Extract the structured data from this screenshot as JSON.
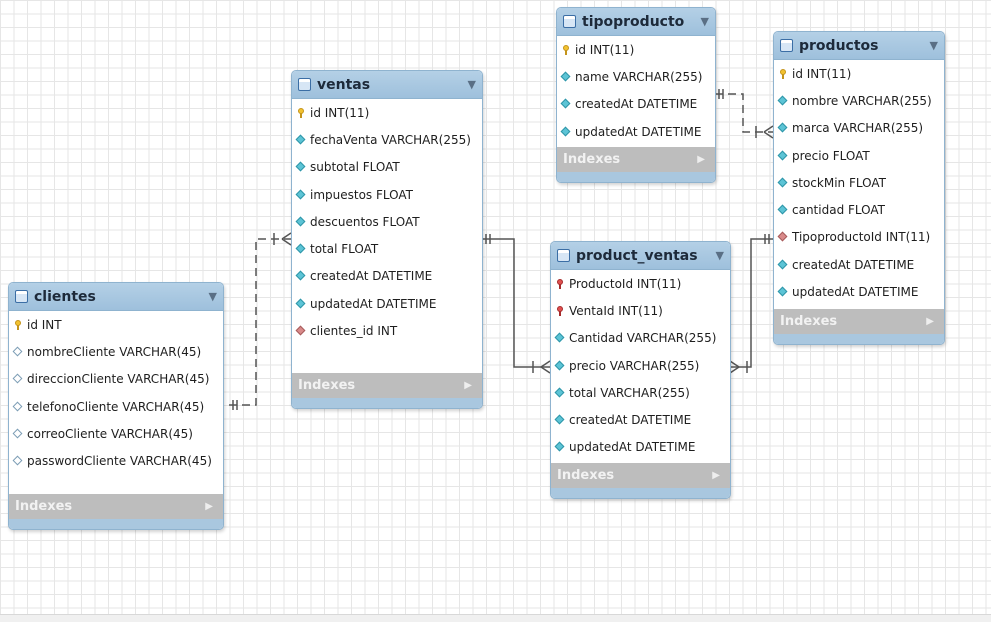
{
  "tables": {
    "ventas": {
      "name": "ventas",
      "columns": [
        {
          "icon": "primary-key-icon",
          "text": "id INT(11)"
        },
        {
          "icon": "not-null-column-icon",
          "text": "fechaVenta VARCHAR(255)"
        },
        {
          "icon": "not-null-column-icon",
          "text": "subtotal FLOAT"
        },
        {
          "icon": "not-null-column-icon",
          "text": "impuestos FLOAT"
        },
        {
          "icon": "not-null-column-icon",
          "text": "descuentos FLOAT"
        },
        {
          "icon": "not-null-column-icon",
          "text": "total FLOAT"
        },
        {
          "icon": "not-null-column-icon",
          "text": "createdAt DATETIME"
        },
        {
          "icon": "not-null-column-icon",
          "text": "updatedAt DATETIME"
        },
        {
          "icon": "foreign-key-icon",
          "text": "clientes_id INT"
        }
      ],
      "indexes_label": "Indexes"
    },
    "clientes": {
      "name": "clientes",
      "columns": [
        {
          "icon": "primary-key-icon",
          "text": "id INT"
        },
        {
          "icon": "nullable-column-icon",
          "text": "nombreCliente VARCHAR(45)"
        },
        {
          "icon": "nullable-column-icon",
          "text": "direccionCliente VARCHAR(45)"
        },
        {
          "icon": "nullable-column-icon",
          "text": "telefonoCliente VARCHAR(45)"
        },
        {
          "icon": "nullable-column-icon",
          "text": "correoCliente VARCHAR(45)"
        },
        {
          "icon": "nullable-column-icon",
          "text": "passwordCliente VARCHAR(45)"
        }
      ],
      "indexes_label": "Indexes"
    },
    "tipoproducto": {
      "name": "tipoproducto",
      "columns": [
        {
          "icon": "primary-key-icon",
          "text": "id INT(11)"
        },
        {
          "icon": "not-null-column-icon",
          "text": "name VARCHAR(255)"
        },
        {
          "icon": "not-null-column-icon",
          "text": "createdAt DATETIME"
        },
        {
          "icon": "not-null-column-icon",
          "text": "updatedAt DATETIME"
        }
      ],
      "indexes_label": "Indexes"
    },
    "productos": {
      "name": "productos",
      "columns": [
        {
          "icon": "primary-key-icon",
          "text": "id INT(11)"
        },
        {
          "icon": "not-null-column-icon",
          "text": "nombre VARCHAR(255)"
        },
        {
          "icon": "not-null-column-icon",
          "text": "marca VARCHAR(255)"
        },
        {
          "icon": "not-null-column-icon",
          "text": "precio FLOAT"
        },
        {
          "icon": "not-null-column-icon",
          "text": "stockMin FLOAT"
        },
        {
          "icon": "not-null-column-icon",
          "text": "cantidad FLOAT"
        },
        {
          "icon": "foreign-key-icon",
          "text": "TipoproductoId INT(11)"
        },
        {
          "icon": "not-null-column-icon",
          "text": "createdAt DATETIME"
        },
        {
          "icon": "not-null-column-icon",
          "text": "updatedAt DATETIME"
        }
      ],
      "indexes_label": "Indexes"
    },
    "product_ventas": {
      "name": "product_ventas",
      "columns": [
        {
          "icon": "foreign-primary-key-icon",
          "text": "ProductoId INT(11)"
        },
        {
          "icon": "foreign-primary-key-icon",
          "text": "VentaId INT(11)"
        },
        {
          "icon": "not-null-column-icon",
          "text": "Cantidad VARCHAR(255)"
        },
        {
          "icon": "not-null-column-icon",
          "text": "precio VARCHAR(255)"
        },
        {
          "icon": "not-null-column-icon",
          "text": "total VARCHAR(255)"
        },
        {
          "icon": "not-null-column-icon",
          "text": "createdAt DATETIME"
        },
        {
          "icon": "not-null-column-icon",
          "text": "updatedAt DATETIME"
        }
      ],
      "indexes_label": "Indexes"
    }
  },
  "relationships": [
    {
      "from": "clientes",
      "to": "ventas",
      "style": "dashed",
      "cardinality": "one-to-many"
    },
    {
      "from": "ventas",
      "to": "product_ventas",
      "style": "solid",
      "cardinality": "one-to-many"
    },
    {
      "from": "productos",
      "to": "product_ventas",
      "style": "solid",
      "cardinality": "one-to-many"
    },
    {
      "from": "tipoproducto",
      "to": "productos",
      "style": "dashed",
      "cardinality": "one-to-many"
    }
  ],
  "colors": {
    "header": "#a9c7df",
    "footer": "#bdbdbd",
    "grid": "#e6e6e6",
    "connector": "#555555"
  }
}
